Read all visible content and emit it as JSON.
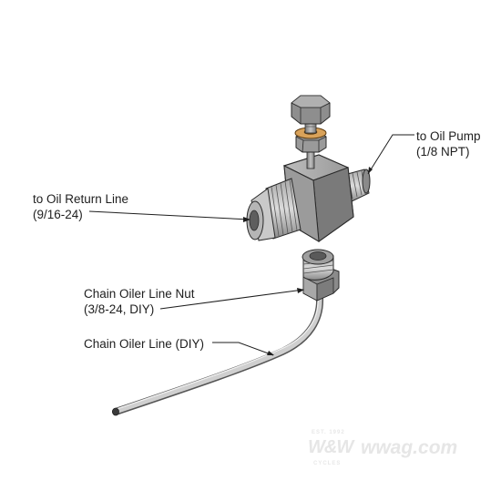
{
  "labels": {
    "oil_pump": {
      "line1": "to Oil Pump",
      "line2": "(1/8 NPT)"
    },
    "oil_return": {
      "line1": "to Oil Return Line",
      "line2": "(9/16-24)"
    },
    "chain_oiler_nut": {
      "line1": "Chain Oiler Line Nut",
      "line2": "(3/8-24, DIY)"
    },
    "chain_oiler_line": {
      "line1": "Chain Oiler Line (DIY)"
    }
  },
  "watermark": {
    "top": "EST. 1992",
    "brand": "W&W",
    "site": "wwag.com",
    "bottom": "CYCLES"
  }
}
